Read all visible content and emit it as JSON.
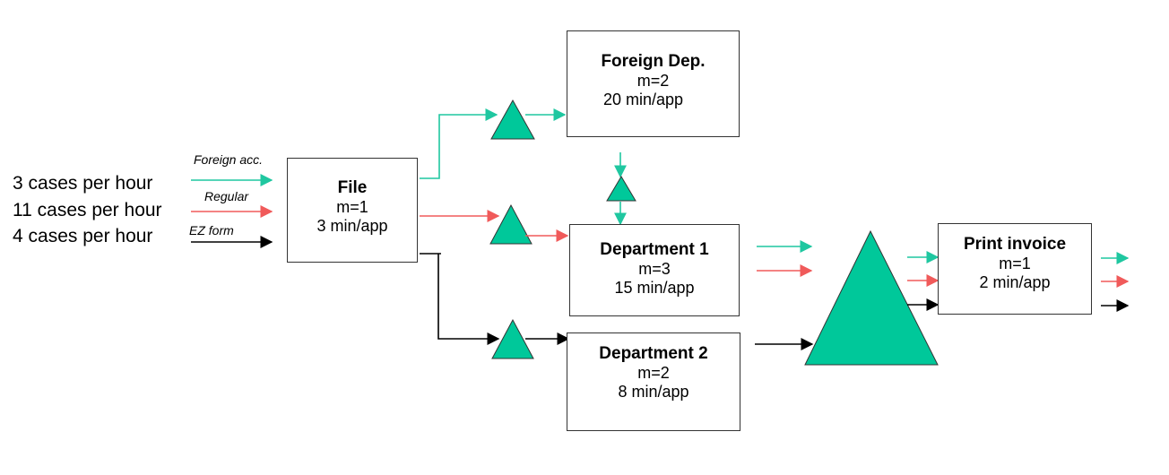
{
  "colors": {
    "foreign": "#1fc7a0",
    "regular": "#f05a5a",
    "ez": "#000000",
    "buffer": "#00c89a"
  },
  "inputs": [
    {
      "rate": "3 cases per hour",
      "type": "Foreign acc."
    },
    {
      "rate": "11 cases per hour",
      "type": "Regular"
    },
    {
      "rate": "4 cases per hour",
      "type": "EZ form"
    }
  ],
  "nodes": {
    "file": {
      "title": "File",
      "m": "m=1",
      "time": "3 min/app"
    },
    "foreign_dep": {
      "title": "Foreign Dep.",
      "m": "m=2",
      "time": "20 min/app"
    },
    "department1": {
      "title": "Department 1",
      "m": "m=3",
      "time": "15 min/app"
    },
    "department2": {
      "title": "Department 2",
      "m": "m=2",
      "time": "8 min/app"
    },
    "print_invoice": {
      "title": "Print invoice",
      "m": "m=1",
      "time": "2 min/app"
    }
  }
}
